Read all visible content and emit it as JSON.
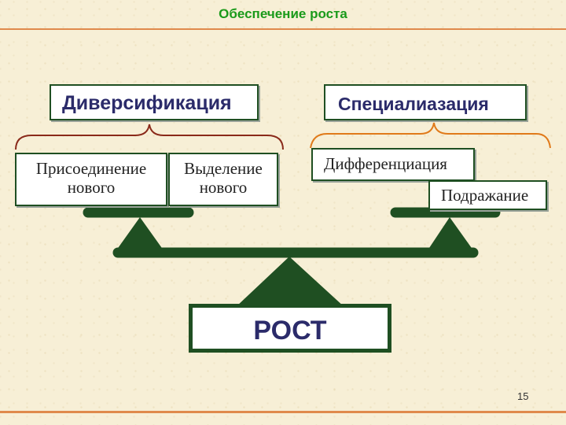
{
  "slide": {
    "title": "Обеспечение роста",
    "page_number": "15"
  },
  "boxes": {
    "diversification": "Диверсификация",
    "specialization": "Специалиазация",
    "joining_line1": "Присоединение",
    "joining_line2": "нового",
    "separation_line1": "Выделение",
    "separation_line2": "нового",
    "differentiation": "Дифференциация",
    "imitation": "Подражание",
    "growth": "РОСТ"
  },
  "colors": {
    "title": "#1a9a1a",
    "rule": "#e08a4c",
    "scale": "#1f4f22",
    "left_brace": "#8a2a1a",
    "right_brace": "#e07a1a",
    "box_text": "#2b2b6a"
  }
}
